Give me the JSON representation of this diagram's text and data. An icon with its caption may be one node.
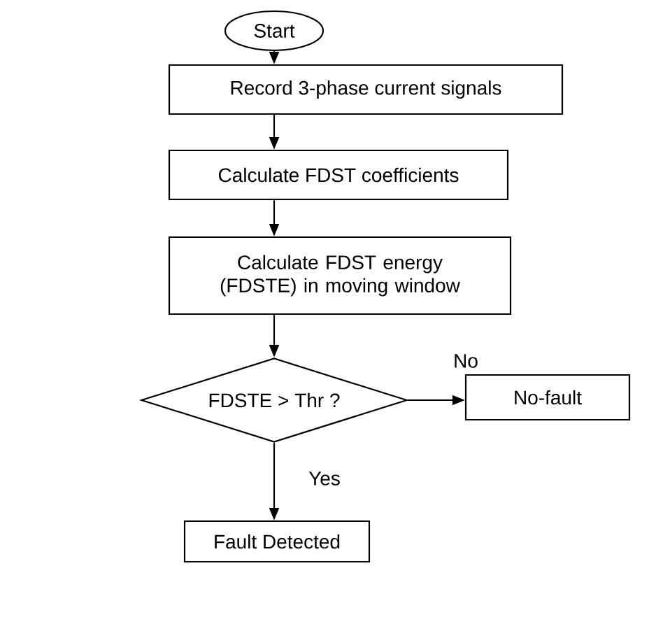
{
  "diagram": {
    "nodes": [
      {
        "text": [
          "Start"
        ]
      },
      {
        "text": [
          "Record 3-phase current signals"
        ]
      },
      {
        "text": [
          "Calculate FDST coefficients"
        ]
      },
      {
        "text": [
          "Calculate FDST energy (FDSTE) in moving window"
        ]
      },
      {
        "text": [
          "FDSTE > Thr ?"
        ]
      },
      {
        "text": [
          "No-fault"
        ]
      },
      {
        "text": [
          "Fault Detected"
        ]
      }
    ],
    "edges": [
      {
        "from": 0,
        "to": 1,
        "arrow": "to"
      },
      {
        "from": 1,
        "to": 2,
        "arrow": "to"
      },
      {
        "from": 2,
        "to": 3,
        "arrow": "to"
      },
      {
        "from": 3,
        "to": 4,
        "arrow": "to"
      },
      {
        "from": 4,
        "to": 5,
        "arrow": "to",
        "label": "No"
      },
      {
        "from": 4,
        "to": 6,
        "arrow": "to",
        "label": "Yes"
      }
    ]
  }
}
